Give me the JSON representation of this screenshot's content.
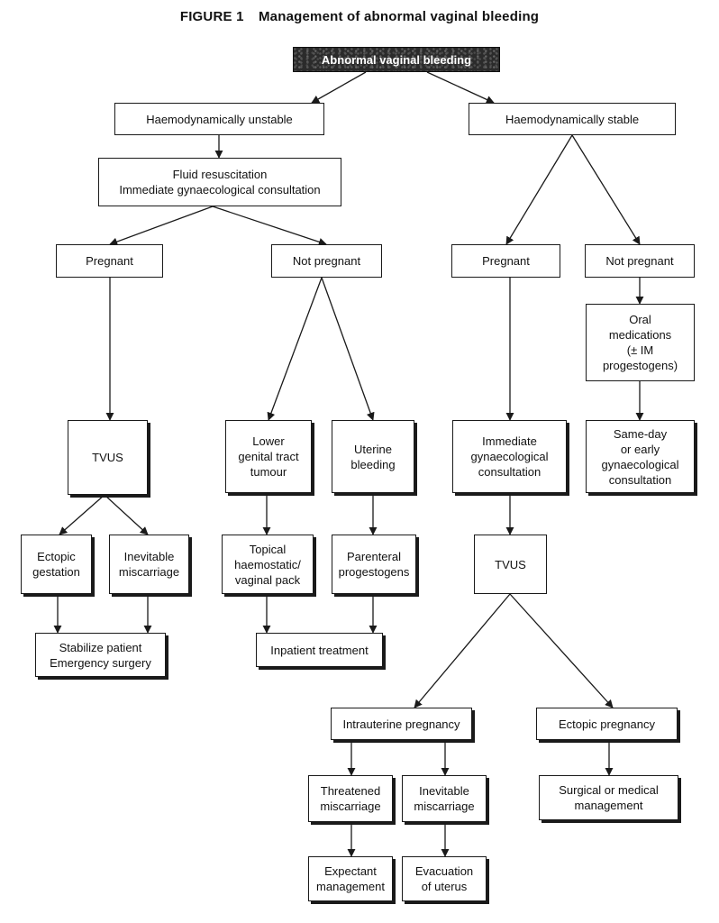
{
  "figure": {
    "number": "FIGURE 1",
    "title": "Management of abnormal vaginal bleeding"
  },
  "nodes": {
    "root": "Abnormal vaginal bleeding",
    "unstable": "Haemodynamically unstable",
    "stable": "Haemodynamically stable",
    "fluid": "Fluid resuscitation\nImmediate gynaecological consultation",
    "u_pregnant": "Pregnant",
    "u_not_pregnant": "Not pregnant",
    "s_pregnant": "Pregnant",
    "s_not_pregnant": "Not pregnant",
    "tvus_1": "TVUS",
    "lower_tract": "Lower\ngenital tract\ntumour",
    "uterine": "Uterine\nbleeding",
    "immediate_consult": "Immediate\ngynaecological\nconsultation",
    "oral_meds": "Oral\nmedications\n(± IM\nprogestogens)",
    "same_day": "Same-day\nor early\ngynaecological\nconsultation",
    "ectopic_gestation": "Ectopic\ngestation",
    "inevitable_1": "Inevitable\nmiscarriage",
    "topical": "Topical\nhaemostatic/\nvaginal pack",
    "parenteral": "Parenteral\nprogestogens",
    "tvus_2": "TVUS",
    "stabilize": "Stabilize patient\nEmergency surgery",
    "inpatient": "Inpatient treatment",
    "intrauterine": "Intrauterine pregnancy",
    "ectopic_pregnancy": "Ectopic pregnancy",
    "threatened": "Threatened\nmiscarriage",
    "inevitable_2": "Inevitable\nmiscarriage",
    "surgical_medical": "Surgical or medical\nmanagement",
    "expectant": "Expectant\nmanagement",
    "evacuation": "Evacuation\nof uterus"
  },
  "style": {
    "line_color": "#1a1a1a",
    "root_fill": "#2b2b2b"
  }
}
